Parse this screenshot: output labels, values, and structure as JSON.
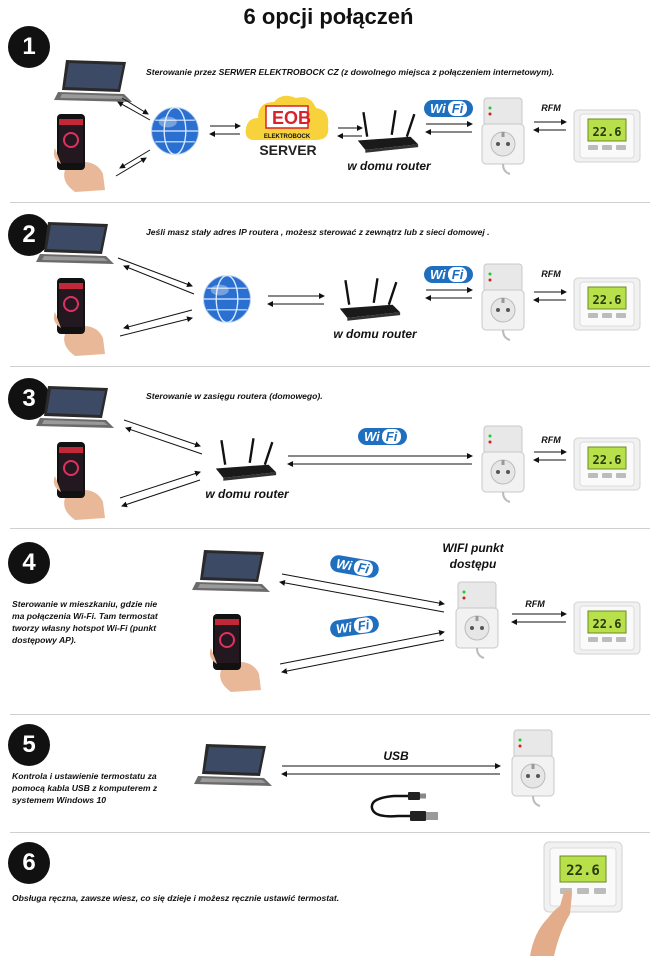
{
  "title": "6 opcji połączeń",
  "sections": [
    {
      "number": "1",
      "text": "Sterowanie przez SERWER ELEKTROBOCK CZ (z dowolnego miejsca z połączeniem internetowym).",
      "router": "w domu router",
      "wifi": "Wi Fi",
      "rfm": "RFM",
      "server_brand": "ELEKTROBOCK",
      "server_label": "SERVER"
    },
    {
      "number": "2",
      "text": "Jeśli masz stały adres IP routera , możesz sterować z zewnątrz lub z sieci domowej .",
      "router": "w domu router",
      "wifi": "Wi Fi",
      "rfm": "RFM"
    },
    {
      "number": "3",
      "text": "Sterowanie w zasięgu routera (domowego).",
      "router": "w domu router",
      "wifi": "Wi Fi",
      "rfm": "RFM"
    },
    {
      "number": "4",
      "text": "Sterowanie w mieszkaniu, gdzie nie ma połączenia Wi-Fi. Tam termostat tworzy własny hotspot Wi-Fi (punkt dostępowy AP).",
      "ap_label": "WIFI punkt dostępu",
      "wifi": "Wi Fi",
      "rfm": "RFM"
    },
    {
      "number": "5",
      "text": "Kontrola i ustawienie termostatu za pomocą kabla USB z komputerem z systemem Windows 10",
      "usb": "USB"
    },
    {
      "number": "6",
      "text": "Obsługa ręczna, zawsze wiesz, co się dzieje i możesz ręcznie ustawić termostat."
    }
  ],
  "thermostat_display": "22.6",
  "colors": {
    "wifi_blue": "#1f6fc0",
    "lcd_green": "#b8e04a",
    "server_yellow": "#f7d23a",
    "server_red": "#d8232a"
  }
}
